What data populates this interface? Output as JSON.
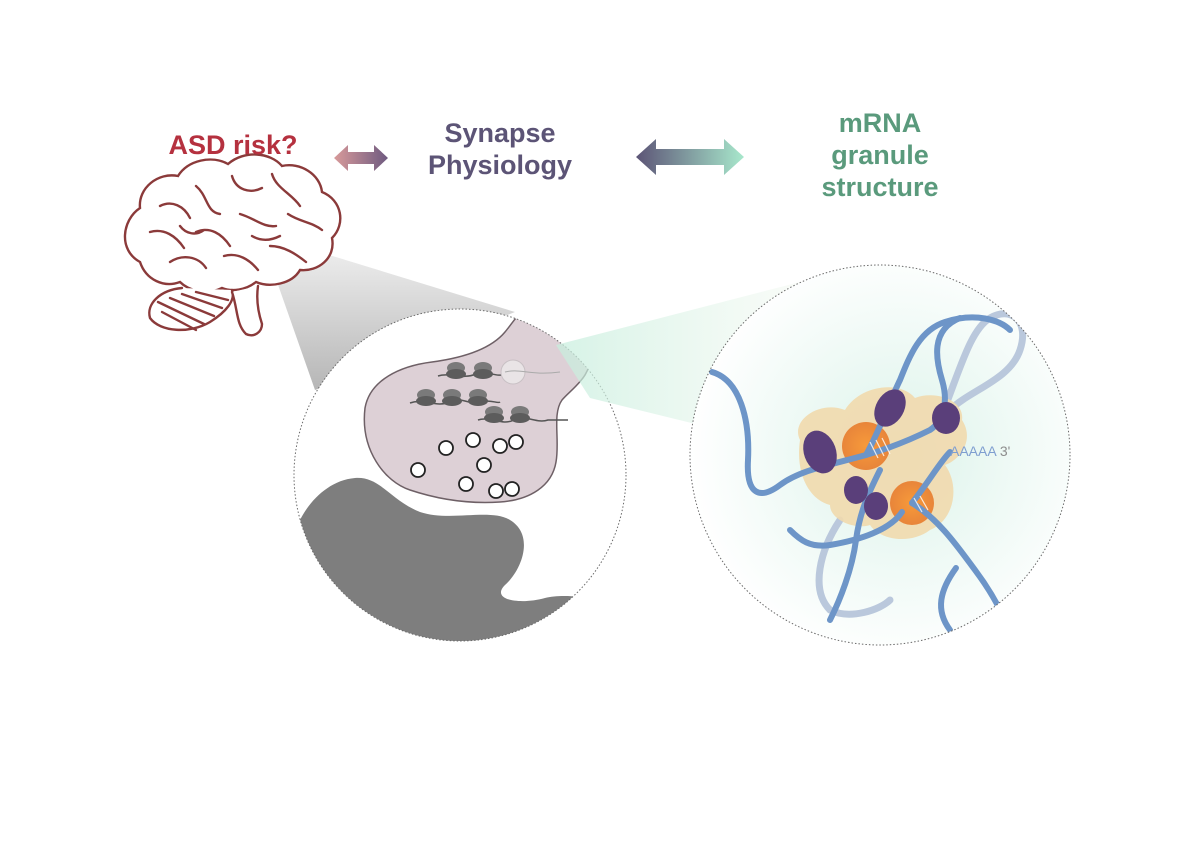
{
  "labels": {
    "asd_risk": "ASD risk?",
    "synapse_line1": "Synapse",
    "synapse_line2": "Physiology",
    "mrna_line1": "mRNA",
    "mrna_line2": "granule",
    "mrna_line3": "structure",
    "polya_tail": "AAAAA",
    "three_prime": "3'"
  },
  "colors": {
    "asd": "#b5313f",
    "synapse": "#5c5476",
    "mrna": "#5a9a7c",
    "brain_outline": "#8b3a3a",
    "presynapse_fill": "#ddd0d6",
    "postsynapse_fill": "#7f7f7f",
    "mrna_strand": "#6d95c8",
    "protein": "#5a3f7a",
    "granule_core": "#f0912f",
    "granule_halo": "#f1d9ad"
  },
  "icons": [
    "brain-icon",
    "double-arrow-icon",
    "ribosome-icon",
    "vesicle-icon"
  ]
}
